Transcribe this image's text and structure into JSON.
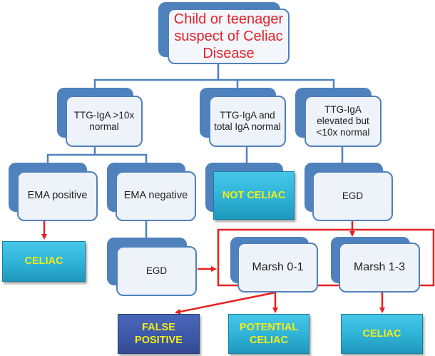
{
  "diagram": {
    "title": "Child or teenager suspect of Celiac Disease",
    "nodes": {
      "root": "Child or teenager suspect of Celiac Disease",
      "ttg_high": "TTG-IgA >10x normal",
      "ttg_normal": "TTG-IgA and total IgA normal",
      "ttg_elevated": "TTG-IgA elevated but <10x normal",
      "ema_positive": "EMA positive",
      "ema_negative": "EMA negative",
      "not_celiac": "NOT CELIAC",
      "egd_right": "EGD",
      "celiac_left": "CELIAC",
      "egd_middle": "EGD",
      "marsh_01": "Marsh 0-1",
      "marsh_13": "Marsh 1-3",
      "false_positive": "FALSE POSITIVE",
      "potential_celiac": "POTENTIAL CELIAC",
      "celiac_right": "CELIAC"
    },
    "edges": [
      [
        "root",
        "ttg_high"
      ],
      [
        "root",
        "ttg_normal"
      ],
      [
        "root",
        "ttg_elevated"
      ],
      [
        "ttg_high",
        "ema_positive"
      ],
      [
        "ttg_high",
        "ema_negative"
      ],
      [
        "ttg_normal",
        "not_celiac"
      ],
      [
        "ttg_elevated",
        "egd_right"
      ],
      [
        "ema_positive",
        "celiac_left"
      ],
      [
        "ema_negative",
        "egd_middle"
      ],
      [
        "egd_middle",
        "marsh_group"
      ],
      [
        "egd_right",
        "marsh_group"
      ],
      [
        "marsh_01",
        "false_positive"
      ],
      [
        "marsh_01",
        "potential_celiac"
      ],
      [
        "marsh_13",
        "celiac_right"
      ]
    ],
    "colors": {
      "box_blue": "#4f81bd",
      "box_fill": "#eef2f9",
      "root_text": "#e3232a",
      "outcome_cyan": "#2fb4d8",
      "outcome_dark_blue": "#3d57a8",
      "outcome_text": "#f2ec17",
      "arrow_red": "#e8201f"
    }
  }
}
